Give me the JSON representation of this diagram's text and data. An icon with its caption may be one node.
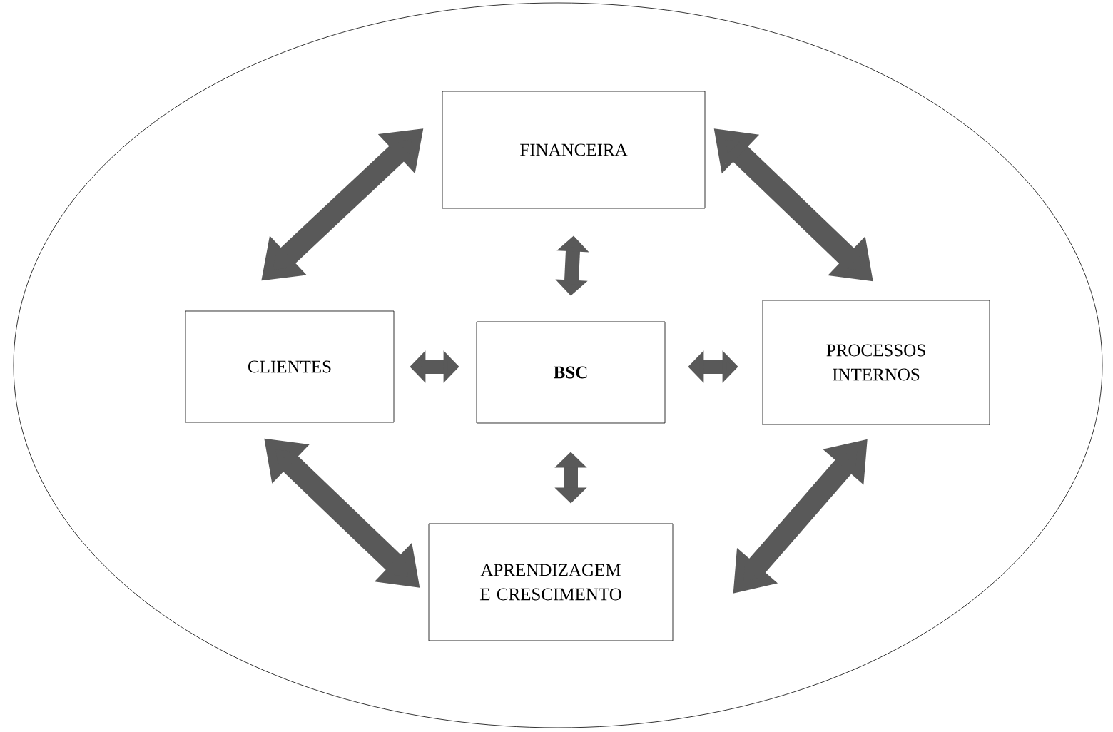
{
  "diagram": {
    "nodes": [
      {
        "text": [],
        "shape": "ellipse"
      },
      {
        "text": [
          "FINANCEIRA"
        ],
        "in": 0
      },
      {
        "text": [
          "CLIENTES"
        ],
        "in": 0
      },
      {
        "text": [
          "BSC"
        ],
        "in": 0
      },
      {
        "text": [
          "PROCESSOS INTERNOS"
        ],
        "in": 0
      },
      {
        "text": [
          "APRENDIZAGEM E CRESCIMENTO"
        ],
        "in": 0
      }
    ],
    "edges": [
      {
        "from": 1,
        "to": 2,
        "arrow": "both"
      },
      {
        "from": 1,
        "to": 4,
        "arrow": "both"
      },
      {
        "from": 2,
        "to": 5,
        "arrow": "both"
      },
      {
        "from": 4,
        "to": 5,
        "arrow": "both"
      },
      {
        "from": 3,
        "to": 1,
        "arrow": "both"
      },
      {
        "from": 3,
        "to": 2,
        "arrow": "both"
      },
      {
        "from": 3,
        "to": 4,
        "arrow": "both"
      },
      {
        "from": 3,
        "to": 5,
        "arrow": "both"
      }
    ]
  }
}
